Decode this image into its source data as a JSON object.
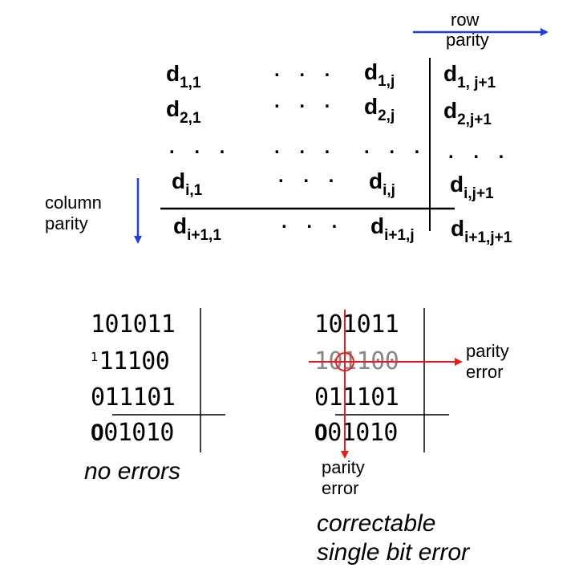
{
  "matrix": {
    "row_parity_label": [
      "row",
      "parity"
    ],
    "column_parity_label": [
      "column",
      "parity"
    ],
    "dots": ". . .",
    "rows": [
      [
        {
          "b": "d",
          "s": "1,1"
        },
        {
          "dots": true
        },
        {
          "b": "d",
          "s": "1,j"
        },
        {
          "b": "d",
          "s": "1, j+1"
        }
      ],
      [
        {
          "b": "d",
          "s": "2,1"
        },
        {
          "dots": true
        },
        {
          "b": "d",
          "s": "2,j"
        },
        {
          "b": "d",
          "s": "2,j+1"
        }
      ],
      [
        {
          "dots": true
        },
        {
          "dots": true
        },
        {
          "dots": true
        },
        {
          "dots": true
        }
      ],
      [
        {
          "b": "d",
          "s": "i,1"
        },
        {
          "dots": true
        },
        {
          "b": "d",
          "s": "i,j"
        },
        {
          "b": "d",
          "s": "i,j+1"
        }
      ],
      [
        {
          "b": "d",
          "s": "i+1,1"
        },
        {
          "dots": true
        },
        {
          "b": "d",
          "s": "i+1,j"
        },
        {
          "b": "d",
          "s": "i+1,j+1"
        }
      ]
    ]
  },
  "no_errors": {
    "rows": [
      {
        "lead": "",
        "bits": "101011"
      },
      {
        "lead": "1",
        "bits": "11100"
      },
      {
        "lead": "",
        "bits": "011101"
      },
      {
        "lead": "0",
        "bits": "01010"
      }
    ],
    "caption": "no errors"
  },
  "correctable": {
    "rows": [
      {
        "lead": "",
        "bits": "101011"
      },
      {
        "lead": "",
        "bits": "101100"
      },
      {
        "lead": "",
        "bits": "011101"
      },
      {
        "lead": "0",
        "bits": "01010"
      }
    ],
    "row_error_label": [
      "parity",
      "error"
    ],
    "column_error_label": [
      "parity",
      "error"
    ],
    "caption": [
      "correctable",
      "single bit error"
    ]
  },
  "colors": {
    "blue_arrow": "#1f3fe0",
    "red": "#e81c1c"
  }
}
